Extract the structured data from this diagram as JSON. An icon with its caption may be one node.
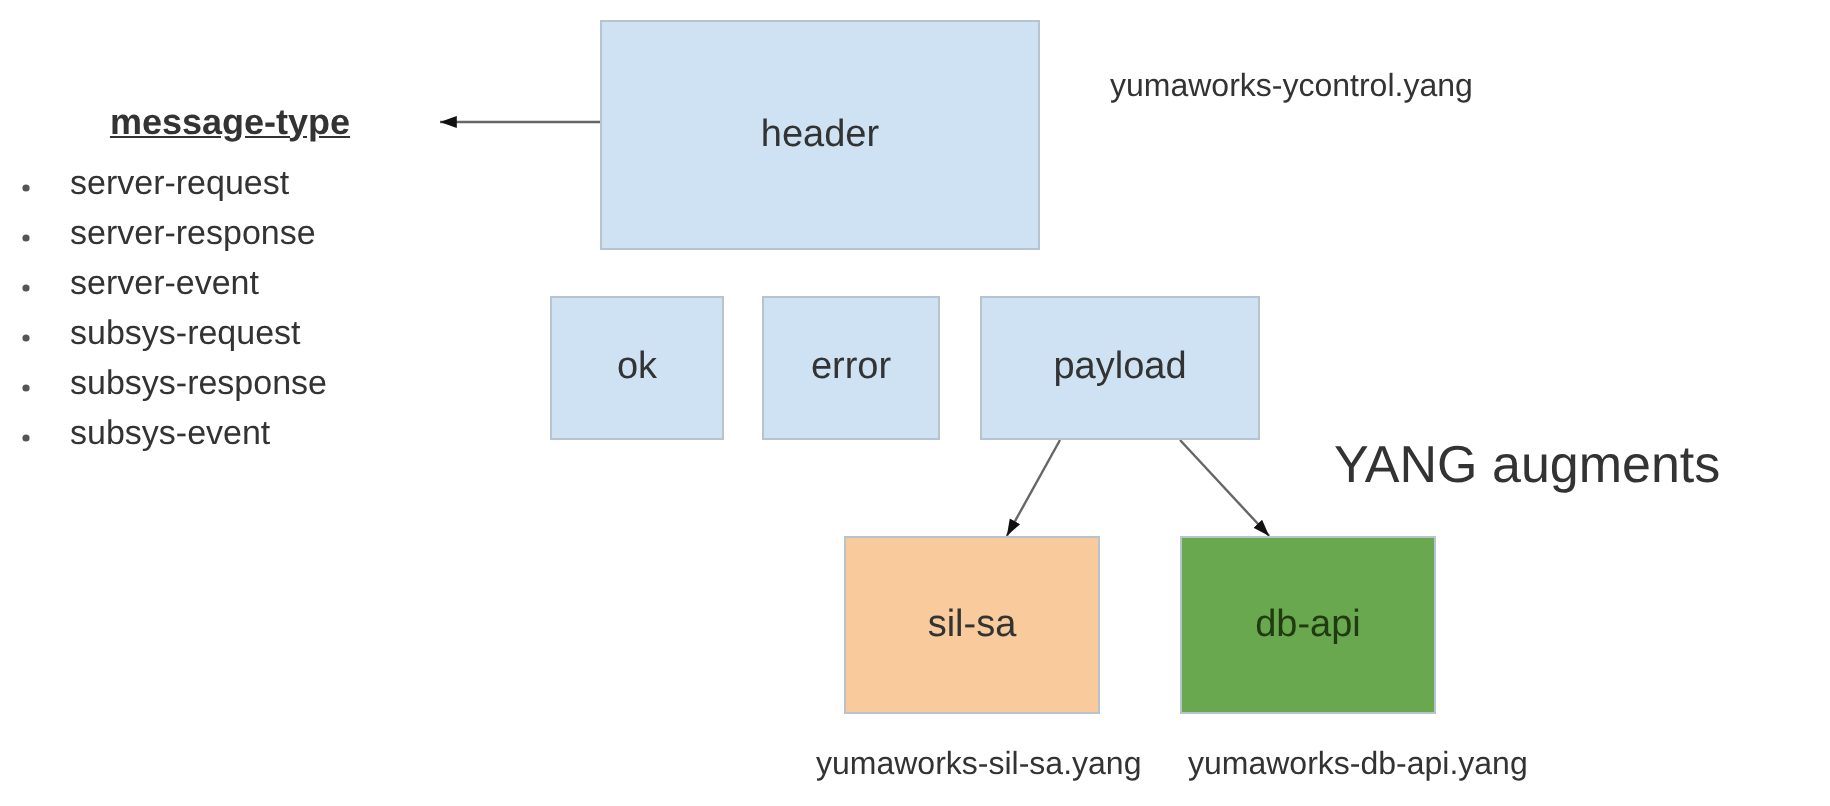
{
  "diagram": {
    "nodes": [
      {
        "text": [
          "message-type"
        ]
      },
      {
        "text": [
          "header"
        ],
        "beside": [
          "yumaworks-ycontrol.yang"
        ]
      },
      {
        "text": [
          "ok"
        ]
      },
      {
        "text": [
          "error"
        ]
      },
      {
        "text": [
          "payload"
        ]
      },
      {
        "text": [
          "sil-sa"
        ],
        "beside": [
          "yumaworks-sil-sa.yang"
        ]
      },
      {
        "text": [
          "db-api"
        ],
        "beside": [
          "yumaworks-db-api.yang"
        ]
      }
    ],
    "edges": [
      {
        "from": 1,
        "to": 0,
        "arrow": "to"
      },
      {
        "from": 4,
        "to": 5,
        "arrow": "to"
      },
      {
        "from": 4,
        "to": 6,
        "arrow": "to"
      }
    ],
    "labels": [
      "server-request",
      "server-response",
      "server-event",
      "subsys-request",
      "subsys-response",
      "subsys-event",
      "YANG augments"
    ]
  }
}
